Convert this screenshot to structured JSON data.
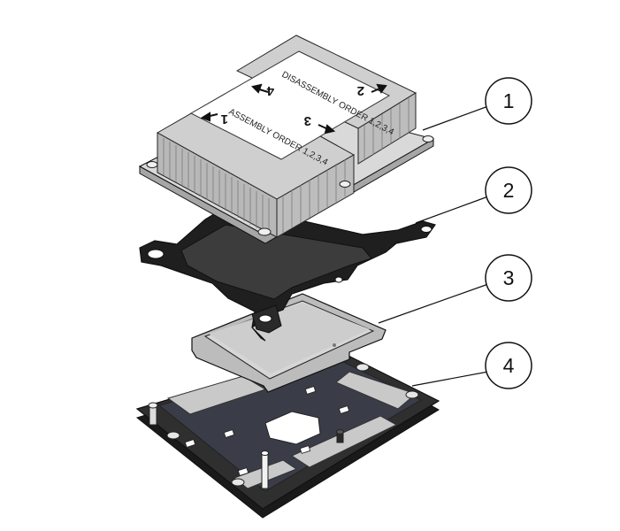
{
  "figure": {
    "callouts": [
      "1",
      "2",
      "3",
      "4"
    ],
    "label_sheet": {
      "assembly_order": "ASSEMBLY ORDER 1,2,3,4",
      "disassembly_order": "DISASSEMBLY ORDER 1,2,3,4",
      "corner_1": "1",
      "corner_2": "2",
      "corner_3": "3",
      "corner_4": "4"
    }
  },
  "colors": {
    "heatsink": "#d9d9d9",
    "heatsink_fin": "#bfbfbf",
    "frame": "#1f1f1f",
    "frame_inner": "#3c3c3c",
    "cpu": "#cfcfcf",
    "socket_base": "#2f2f2f",
    "socket_plate": "#3a3d48",
    "outline": "#111111"
  }
}
